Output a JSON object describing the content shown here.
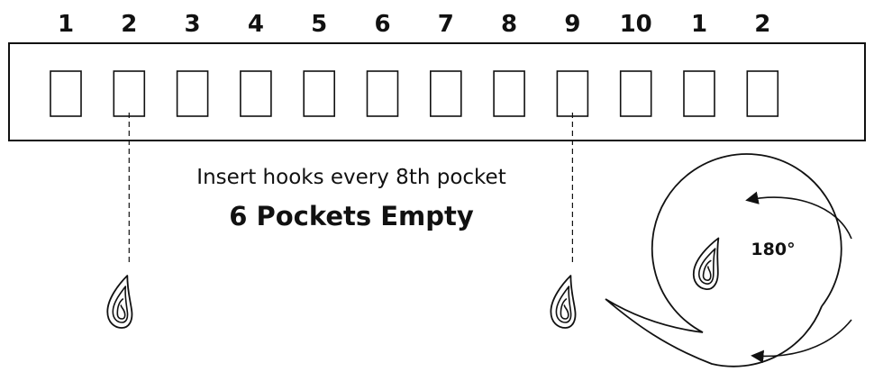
{
  "pocket_numbers": [
    "1",
    "2",
    "3",
    "4",
    "5",
    "6",
    "7",
    "8",
    "9",
    "10",
    "1",
    "2"
  ],
  "hooked_pockets": [
    2,
    9
  ],
  "caption": "Insert hooks every 8th pocket",
  "headline": "6 Pockets Empty",
  "rotation_label": "180°",
  "icons": [
    "hook-icon",
    "rotation-arrow-icon"
  ],
  "colors": {
    "line": "#111111",
    "background": "#ffffff"
  }
}
